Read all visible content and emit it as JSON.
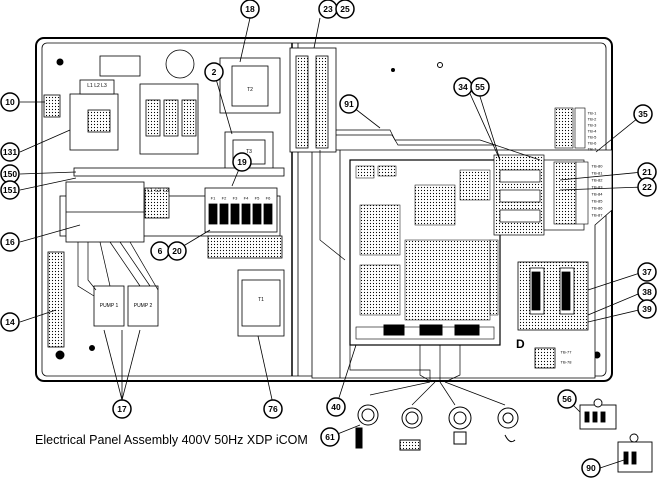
{
  "caption": "Electrical Panel Assembly 400V 50Hz XDP iCOM",
  "callouts": [
    "10",
    "131",
    "150",
    "151",
    "16",
    "14",
    "17",
    "18",
    "23",
    "25",
    "2",
    "19",
    "6",
    "20",
    "76",
    "91",
    "34",
    "55",
    "35",
    "21",
    "22",
    "37",
    "38",
    "39",
    "40",
    "61",
    "56",
    "90"
  ],
  "component_labels": {
    "l1": "L1",
    "l2": "L2",
    "l3": "L3",
    "contactor_top": "L1 L2 L3",
    "pump1": "PUMP 1",
    "pump2": "PUMP 2",
    "t1": "T1",
    "t2": "T2",
    "t3": "T3",
    "d": "D",
    "fuses": [
      "F1",
      "F2",
      "F3",
      "F4",
      "F5",
      "F6"
    ],
    "tb_right": [
      "TB-77",
      "TB-78"
    ],
    "tb_top": [
      "TB-1",
      "TB-2",
      "TB-3",
      "TB-4",
      "TB-5",
      "TB-6",
      "TB-7"
    ],
    "tb_mid": [
      "TB-80",
      "TB-81",
      "TB-82",
      "TB-83",
      "TB-84",
      "TB-85",
      "TB-86",
      "TB-87"
    ]
  },
  "colors": {
    "line": "#000000",
    "panel_fill": "#ffffff",
    "shade": "#d9d9d9"
  }
}
